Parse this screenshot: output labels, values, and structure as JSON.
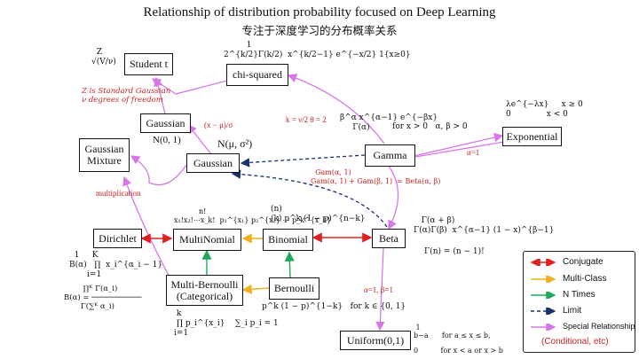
{
  "title": "Relationship of distribution probability focused on Deep Learning",
  "subtitle": "专注于深度学习的分布概率关系",
  "colors": {
    "conjugate": "#e02020",
    "multiclass": "#f0b020",
    "ntimes": "#1fa85a",
    "limit": "#1a2f6e",
    "special": "#d776e8",
    "note": "#cc2222"
  },
  "nodes": {
    "student_t": "Student t",
    "chi_squared": "chi-squared",
    "gaussian_std": "Gaussian",
    "gaussian_mixture": "Gaussian\nMixture",
    "gaussian": "Gaussian",
    "gamma": "Gamma",
    "exponential": "Exponential",
    "dirichlet": "Dirichlet",
    "multinomial": "MultiNomial",
    "binomial": "Binomial",
    "beta": "Beta",
    "multi_bernoulli": "Multi-Bernoulli\n(Categorical)",
    "bernoulli": "Bernoulli",
    "uniform": "Uniform(0,1)"
  },
  "formulas": {
    "student_t": "  Z\n√(V/ν)",
    "chi_squared": "         1\n2^{k/2}Γ(k/2)  x^{k/2−1} e^{−x/2} 1{x≥0}",
    "gaussian_std_params": "N(0, 1)",
    "gaussian_params": "N(μ, σ²)",
    "gamma": "β^α x^{α−1} e^{−βx}\n     Γ(α)",
    "gamma_cond": "for x > 0   α, β > 0",
    "exponential": "λe^{−λx}     x ≥ 0\n0              x < 0",
    "multinomial": "           n!\nx₁!x₂!⋯x_k!  p₁^{x₁} p₂^{x₂} ⋯ p_k^{x_k}",
    "binomial": "(n)\n(k) p^k (1 − p)^{n−k}",
    "beta": "   Γ(α + β)\nΓ(α)Γ(β)  x^{α−1} (1 − x)^{β−1}",
    "gamma_fn": "Γ(n) = (n − 1)!",
    "dirichlet": "  1     K\nB(α)   ∏  x_i^{α_i − 1}\n       i=1",
    "beta_fn": "        ∏ᴷ Γ(α_i)\nB(α) = ───────────\n       Γ(∑ᴷ α_i)",
    "categorical": " k\n ∏ p_i^{x_i}    ∑_i p_i = 1\ni=1",
    "bernoulli": "p^k (1 − p)^{1−k}   for k ∈ {0, 1}",
    "uniform": " 1\nb−a      for a ≤ x ≤ b,\n\n0          for x < a or x > b"
  },
  "edge_labels": {
    "student_t_note": "Z is Standard Gaussian\nν degrees of freedom",
    "standardize": "(x − μ)/σ",
    "chi_gamma": "k = ν/2  θ = 2",
    "exp_gamma": "α=1",
    "beta_gamma": "  Gam(α, 1)\nGam(α, 1) + Gam(β, 1)  = Beta(α, β)",
    "multiplication": "multiplication",
    "beta_uniform": "α=1, β=1"
  },
  "legend": {
    "items": [
      {
        "label": "Conjugate",
        "kind": "conjugate"
      },
      {
        "label": "Multi-Class",
        "kind": "multiclass"
      },
      {
        "label": "N Times",
        "kind": "ntimes"
      },
      {
        "label": "Limit",
        "kind": "limit"
      },
      {
        "label": "Special Relationship",
        "kind": "special"
      }
    ],
    "note": "(Conditional, etc)"
  }
}
